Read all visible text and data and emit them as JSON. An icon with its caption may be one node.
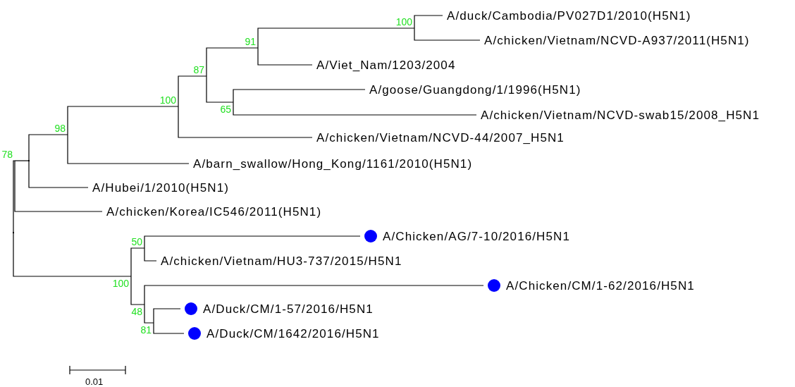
{
  "diagram": {
    "nodes": [
      {
        "text": [
          "100"
        ]
      },
      {
        "text": [
          "A/duck/Cambodia/PV027D1/2010(H5N1)"
        ]
      },
      {
        "text": [
          "91"
        ]
      },
      {
        "text": [
          "A/chicken/Vietnam/NCVD-A937/2011(H5N1)"
        ]
      },
      {
        "text": [
          "87"
        ]
      },
      {
        "text": [
          "A/Viet_Nam/1203/2004"
        ]
      },
      {
        "text": [
          "A/goose/Guangdong/1/1996(H5N1)"
        ]
      },
      {
        "text": [
          "100"
        ]
      },
      {
        "text": [
          "65"
        ]
      },
      {
        "text": [
          "A/chicken/Vietnam/NCVD-swab15/2008_H5N1"
        ]
      },
      {
        "text": [
          "98"
        ]
      },
      {
        "text": [
          "A/chicken/Vietnam/NCVD-44/2007_H5N1"
        ]
      },
      {
        "text": [
          "78"
        ]
      },
      {
        "text": [
          "A/barn_swallow/Hong_Kong/1161/2010(H5N1)"
        ]
      },
      {
        "text": [],
        "shape": "point"
      },
      {
        "text": [
          "A/Hubei/1/2010(H5N1)"
        ]
      },
      {
        "text": [
          "A/chicken/Korea/IC546/2011(H5N1)"
        ]
      },
      {
        "text": [],
        "shape": "point"
      },
      {
        "text": [
          "50"
        ]
      },
      {
        "text": [
          "A/Chicken/AG/7-10/2016/H5N1"
        ]
      },
      {
        "text": [
          "A/chicken/Vietnam/HU3-737/2015/H5N1"
        ]
      },
      {
        "text": [
          "100"
        ]
      },
      {
        "text": [
          "A/Chicken/CM/1-62/2016/H5N1"
        ]
      },
      {
        "text": [
          "48"
        ]
      },
      {
        "text": [
          "A/Duck/CM/1-57/2016/H5N1"
        ]
      },
      {
        "text": [
          "81"
        ]
      },
      {
        "text": [
          "A/Duck/CM/1642/2016/H5N1"
        ]
      }
    ],
    "edges": [
      {
        "from": 0,
        "to": 1,
        "arrow": "none"
      },
      {
        "from": 0,
        "to": 3,
        "arrow": "none"
      },
      {
        "from": 2,
        "to": 0,
        "arrow": "none"
      },
      {
        "from": 2,
        "to": 5,
        "arrow": "none"
      },
      {
        "from": 4,
        "to": 2,
        "arrow": "none"
      },
      {
        "from": 4,
        "to": 8,
        "arrow": "none"
      },
      {
        "from": 8,
        "to": 6,
        "arrow": "none"
      },
      {
        "from": 8,
        "to": 9,
        "arrow": "none"
      },
      {
        "from": 7,
        "to": 4,
        "arrow": "none"
      },
      {
        "from": 7,
        "to": 11,
        "arrow": "none"
      },
      {
        "from": 10,
        "to": 7,
        "arrow": "none"
      },
      {
        "from": 10,
        "to": 13,
        "arrow": "none"
      },
      {
        "from": 14,
        "to": 10,
        "arrow": "none"
      },
      {
        "from": 14,
        "to": 15,
        "arrow": "none"
      },
      {
        "from": 12,
        "to": 14,
        "arrow": "none"
      },
      {
        "from": 12,
        "to": 16,
        "arrow": "none"
      },
      {
        "from": 17,
        "to": 12,
        "arrow": "none"
      },
      {
        "from": 17,
        "to": 21,
        "arrow": "none"
      },
      {
        "from": 21,
        "to": 18,
        "arrow": "none"
      },
      {
        "from": 21,
        "to": 23,
        "arrow": "none"
      },
      {
        "from": 18,
        "to": 19,
        "arrow": "none"
      },
      {
        "from": 18,
        "to": 20,
        "arrow": "none"
      },
      {
        "from": 23,
        "to": 22,
        "arrow": "none"
      },
      {
        "from": 23,
        "to": 25,
        "arrow": "none"
      },
      {
        "from": 25,
        "to": 24,
        "arrow": "none"
      },
      {
        "from": 25,
        "to": 26,
        "arrow": "none"
      }
    ],
    "labels": [
      "0.01"
    ]
  }
}
